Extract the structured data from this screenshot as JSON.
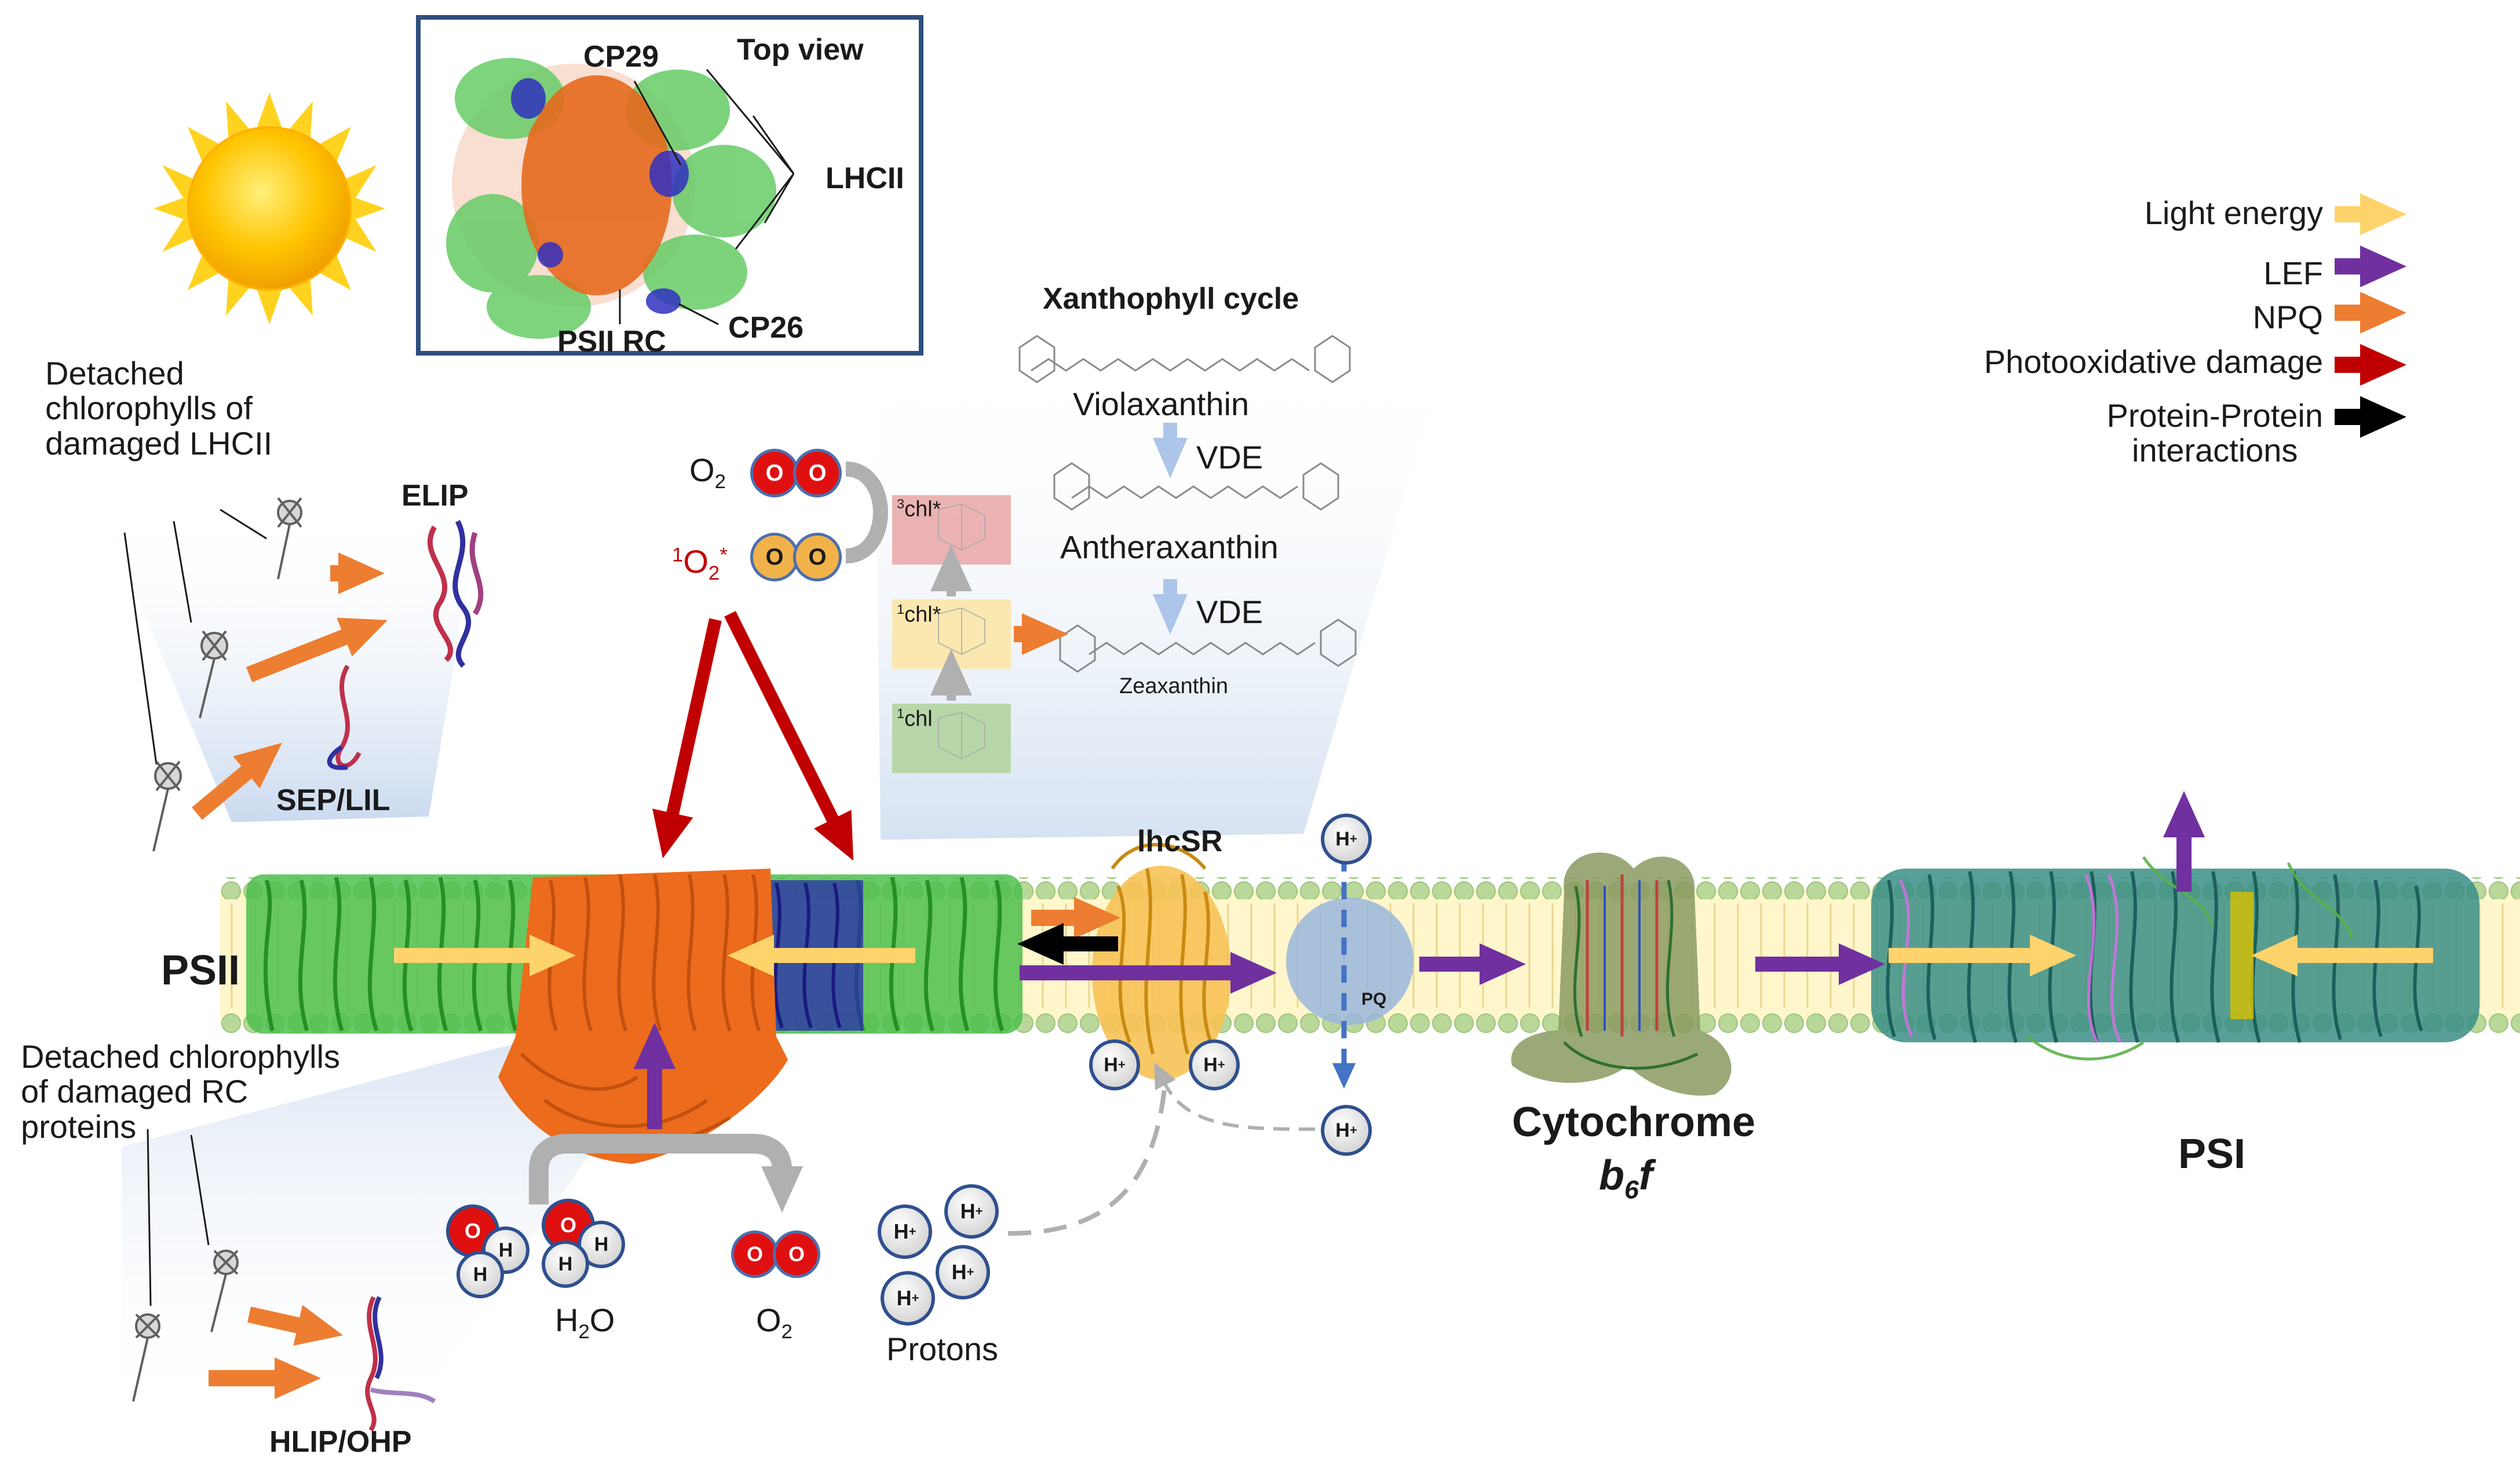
{
  "inset": {
    "title": "Top view",
    "labels": {
      "cp29": "CP29",
      "lhcii": "LHCII",
      "cp26": "CP26",
      "psii_rc": "PSII RC"
    }
  },
  "left": {
    "detached_lhcii": "Detached\nchlorophylls of\ndamaged LHCII",
    "elip": "ELIP",
    "sep_lil": "SEP/LIL",
    "psii": "PSII",
    "detached_rc": "Detached chlorophylls\nof damaged RC\nproteins",
    "hlip_ohp": "HLIP/OHP"
  },
  "oxygen": {
    "o2_label": "O",
    "o2_sub": "2",
    "singlet_sup": "1",
    "singlet_label": "O",
    "singlet_sub": "2",
    "singlet_star": "*",
    "atom": "O"
  },
  "chl": {
    "triplet_sup": "3",
    "triplet": "chl*",
    "singlet_excited_sup": "1",
    "singlet_excited": "chl*",
    "ground_sup": "1",
    "ground": "chl"
  },
  "xanthophyll": {
    "title": "Xanthophyll cycle",
    "violaxanthin": "Violaxanthin",
    "vde1": "VDE",
    "antheraxanthin": "Antheraxanthin",
    "vde2": "VDE",
    "zeaxanthin": "Zeaxanthin"
  },
  "membrane": {
    "lhcsr": "lhcSR",
    "pq": "PQ",
    "cytochrome": "Cytochrome",
    "b6f_b": "b",
    "b6f_sub": "6",
    "b6f_f": "f",
    "psi": "PSI",
    "h_plus": "H",
    "h_plus_sup": "+",
    "h_atom": "H"
  },
  "bottom": {
    "h2o_h": "H",
    "h2o_sub": "2",
    "h2o_o": "O",
    "o2": "O",
    "o2_sub": "2",
    "protons": "Protons"
  },
  "legend": {
    "items": [
      {
        "label": "Light energy",
        "color": "#ffd36b"
      },
      {
        "label": "LEF",
        "color": "#7030a0"
      },
      {
        "label": "NPQ",
        "color": "#ed7d31"
      },
      {
        "label": "Photooxidative damage",
        "color": "#c00000"
      },
      {
        "label": "Protein-Protein\ninteractions",
        "color": "#000000"
      }
    ]
  },
  "colors": {
    "light": "#ffd36b",
    "lef": "#7030a0",
    "npq": "#ed7d31",
    "damage": "#c00000",
    "ppi": "#000000",
    "grey": "#b0b0b0",
    "membrane_head": "#b9d89a",
    "membrane_core": "#fff6cc",
    "psii_green": "#3cb83c",
    "psii_orange": "#e66a1e",
    "psii_blue": "#2020b0",
    "inset_border": "#2f4f7f",
    "proton_fill": "#d9d9d9",
    "proton_ring": "#2f4f8f",
    "oxygen_red": "#e01010",
    "oxygen_orange": "#f2b24a"
  }
}
